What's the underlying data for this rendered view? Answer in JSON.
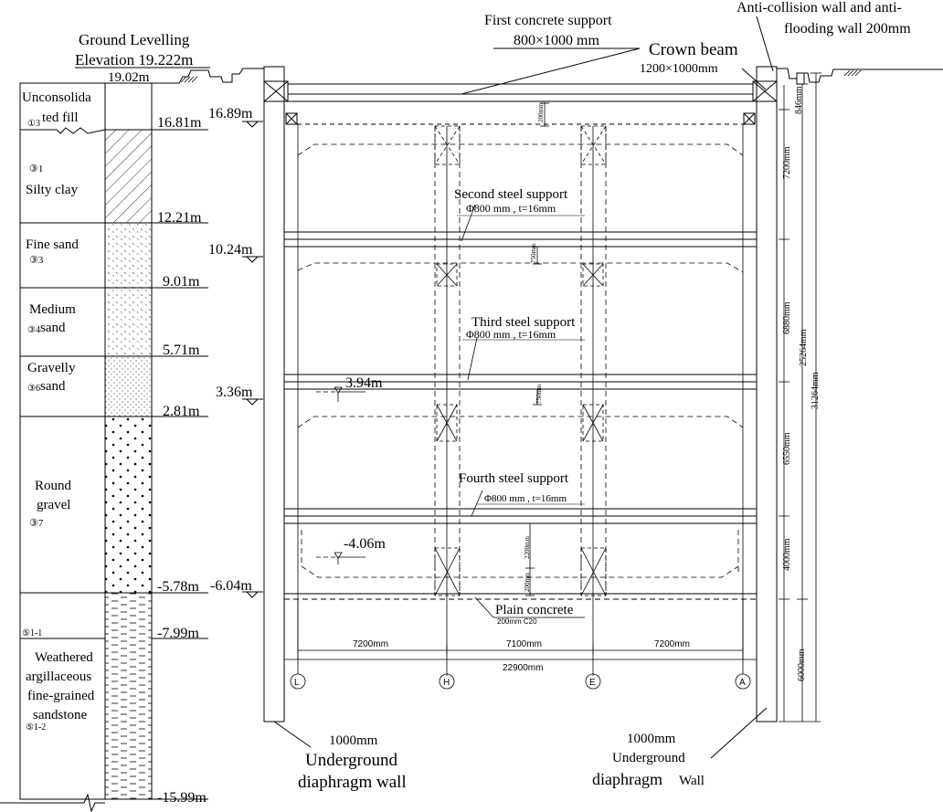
{
  "header": {
    "ground_levelling": "Ground Levelling",
    "elevation": "Elevation 19.222m",
    "top_level": "19.02m",
    "first_support": "First  concrete support",
    "first_support_size": "800×1000 mm",
    "crown_beam": "Crown beam",
    "crown_beam_size": "1200×1000mm",
    "anti_collision_1": "Anti-collision wall and anti-",
    "anti_collision_2": "flooding wall  200mm"
  },
  "strata": {
    "layers": [
      {
        "line1": "Unconsolida",
        "line2": "ted fill",
        "code": "①3"
      },
      {
        "code": "③1",
        "line1": "Silty clay"
      },
      {
        "line1": "Fine sand",
        "code": "③3"
      },
      {
        "line1": "Medium",
        "line2": "sand",
        "code": "③4"
      },
      {
        "line1": "Gravelly",
        "line2": "sand",
        "code": "③6"
      },
      {
        "line1": "Round",
        "line2": "gravel",
        "code": "③7"
      },
      {
        "code": "⑤1-1"
      },
      {
        "line1": "Weathered",
        "line2": "argillaceous",
        "line3": "fine-grained",
        "line4": "sandstone",
        "code": "⑤1-2"
      }
    ],
    "boundaries": [
      "16.81m",
      "12.21m",
      "9.01m",
      "5.71m",
      "2.81m",
      "-5.78m",
      "-7.99m",
      "-15.99m"
    ]
  },
  "levels": {
    "support_levels": [
      "16.89m",
      "10.24m",
      "3.36m",
      "-6.04m"
    ],
    "water_levels": [
      "3.94m",
      "-4.06m"
    ]
  },
  "supports": {
    "second": "Second steel support",
    "third": "Third steel support",
    "fourth": "Fourth steel support",
    "pipe_spec_2": "Φ800  mm    , t=16mm",
    "pipe_spec_3": "Φ800  mm    , t=16mm",
    "pipe_spec_4": "Φ800 mm   , t=16mm",
    "plain_concrete": "Plain concrete",
    "plain_concrete_spec": "200mm  C20"
  },
  "small_dims": [
    "200mm",
    "750mm",
    "750mm",
    "2200mm",
    "200mm"
  ],
  "right_dims": {
    "segments": [
      "846mm",
      "7200mm",
      "6880mm",
      "6550mm",
      "4000mm",
      "6000mm"
    ],
    "total_excavation": "25264mm",
    "total_wall": "31264mm"
  },
  "bottom_dims": {
    "spans": [
      "7200mm",
      "7100mm",
      "7200mm"
    ],
    "total": "22900mm"
  },
  "axes": [
    "L",
    "H",
    "E",
    "A"
  ],
  "walls": {
    "left_thickness": "1000mm",
    "left_label_1": "Underground",
    "left_label_2": "diaphragm wall",
    "right_thickness": "1000mm",
    "right_label_1": "Underground",
    "right_label_2": "diaphragm",
    "right_label_3": "Wall"
  }
}
